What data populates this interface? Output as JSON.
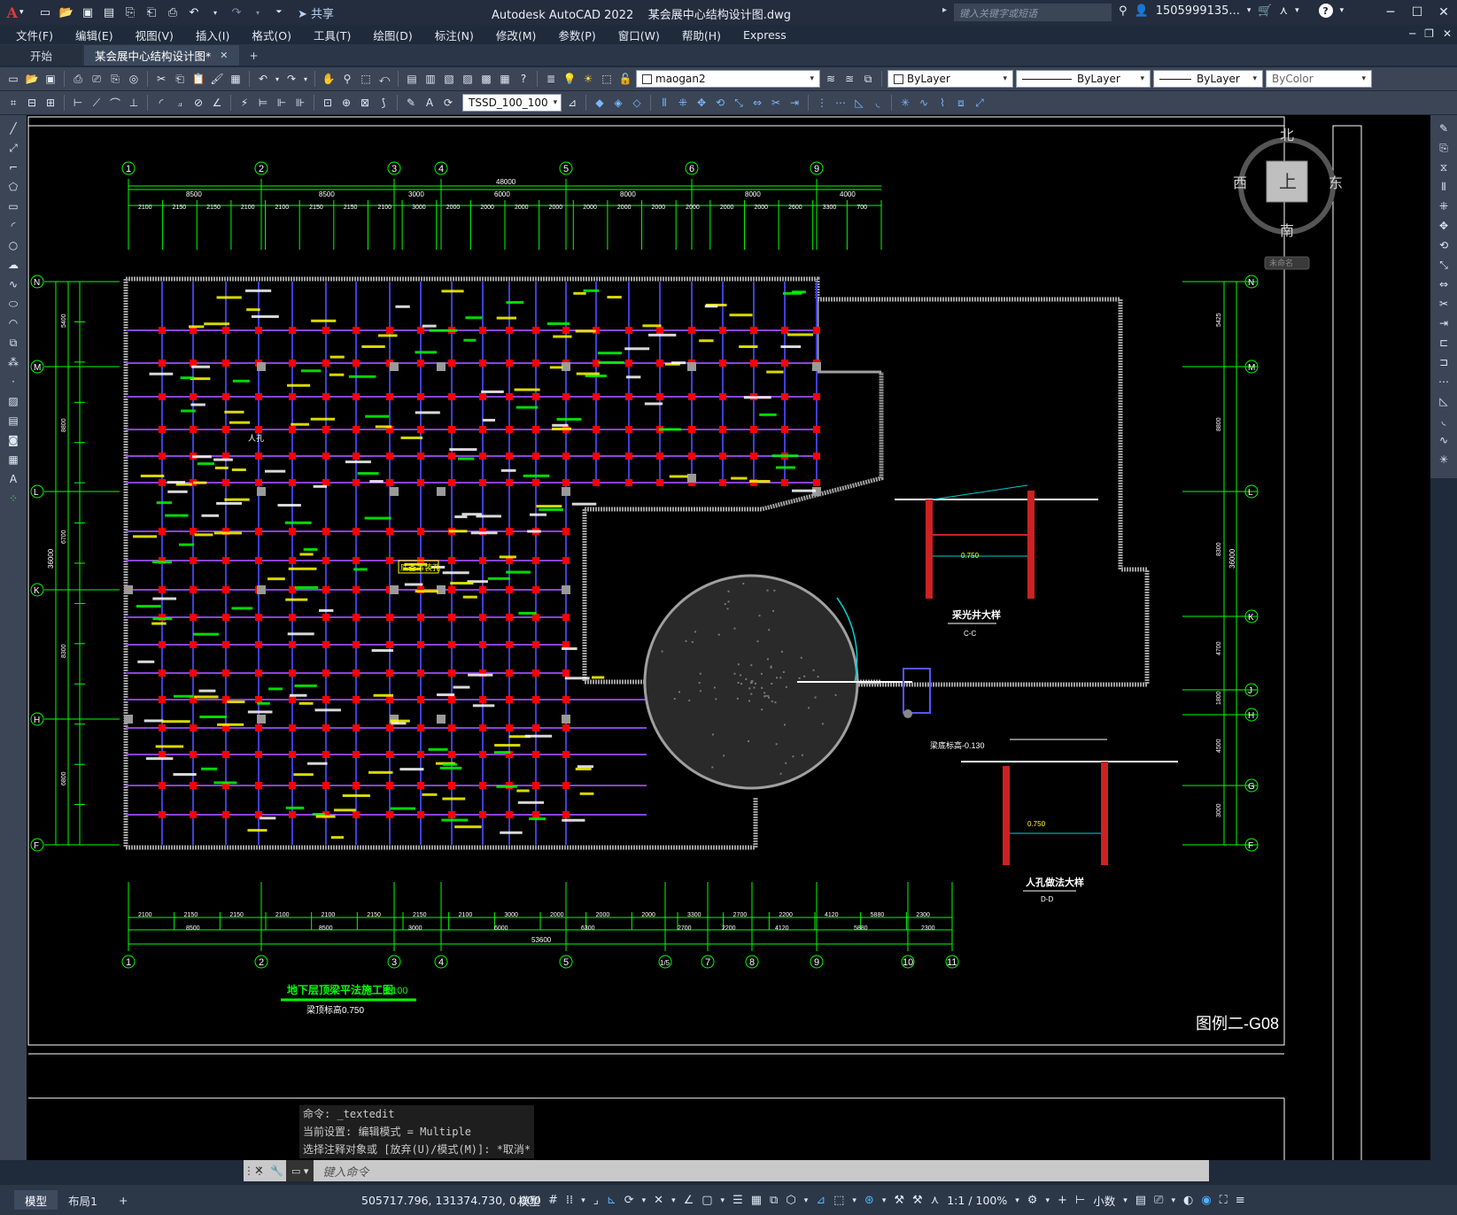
{
  "app": {
    "title": "Autodesk AutoCAD 2022",
    "file": "某会展中心结构设计图.dwg",
    "logo": "A",
    "share_label": "共享",
    "search_placeholder": "键入关键字或短语",
    "user": "1505999135...",
    "help": "?"
  },
  "menu": [
    "文件(F)",
    "编辑(E)",
    "视图(V)",
    "插入(I)",
    "格式(O)",
    "工具(T)",
    "绘图(D)",
    "标注(N)",
    "修改(M)",
    "参数(P)",
    "窗口(W)",
    "帮助(H)",
    "Express"
  ],
  "tabs": [
    {
      "label": "开始"
    },
    {
      "label": "某会展中心结构设计图*"
    }
  ],
  "toolbar": {
    "layer_name": "maogan2",
    "color": "ByLayer",
    "linetype": "ByLayer",
    "lineweight": "ByLayer",
    "plotstyle": "ByColor",
    "textstyle": "TSSD_100_100"
  },
  "viewcube": {
    "north": "北",
    "south": "南",
    "east": "东",
    "west": "西",
    "face": "上",
    "wcs": "未命名"
  },
  "drawing": {
    "grid_top": [
      "1",
      "2",
      "3",
      "4",
      "5",
      "6",
      "9"
    ],
    "grid_bottom": [
      "1",
      "2",
      "3",
      "4",
      "5",
      "1/5",
      "7",
      "8",
      "9",
      "10",
      "11"
    ],
    "grid_left": [
      "N",
      "M",
      "L",
      "K",
      "H",
      "F"
    ],
    "grid_right": [
      "N",
      "M",
      "L",
      "K",
      "J",
      "H",
      "G",
      "F"
    ],
    "dim_top_total": "48000",
    "dim_top_spans": [
      "8500",
      "8500",
      "3000",
      "6000",
      "8000",
      "8000",
      "4000"
    ],
    "dim_top_sub": [
      "2100",
      "2150",
      "2150",
      "2100",
      "2100",
      "2150",
      "2150",
      "2100",
      "3000",
      "2000",
      "2000",
      "2000",
      "2000",
      "2000",
      "2000",
      "2000",
      "2000",
      "2000",
      "2000",
      "2600",
      "3300",
      "700"
    ],
    "dim_bottom_total": "53600",
    "dim_bottom_spans": [
      "8500",
      "8500",
      "3000",
      "6000",
      "6300",
      "2700",
      "2200",
      "4120",
      "5880",
      "2300"
    ],
    "dim_bottom_sub": [
      "2100",
      "2150",
      "2150",
      "2100",
      "2100",
      "2150",
      "2150",
      "2100",
      "3000",
      "2000",
      "2000",
      "2000",
      "3300",
      "2700",
      "2200",
      "4120",
      "5880",
      "2300"
    ],
    "dim_left_spans": [
      "5400",
      "8800",
      "6700",
      "8300",
      "6800"
    ],
    "dim_left_total": "36000",
    "dim_right_spans": [
      "5425",
      "8800",
      "8300",
      "4700",
      "1800",
      "4500",
      "3000"
    ],
    "dim_right_total": "36000",
    "plan_title": "地下层顶梁平法施工图",
    "plan_scale": "1:100",
    "plan_note": "梁顶标高0.750",
    "detail1_title": "采光井大样",
    "detail1_sub": "C-C",
    "detail2_title": "人孔做法大样",
    "detail2_sub": "D-D",
    "detail_level1": "0.750",
    "detail_level2": "0.750",
    "bottom_level": "梁底标高-0.130",
    "sheet_no": "图例二-G08",
    "annot_manhole": "人孔",
    "annot_equipment": "底备吊装孔"
  },
  "command": {
    "history": [
      "命令: _textedit",
      "当前设置: 编辑模式 = Multiple",
      "选择注释对象或 [放弃(U)/模式(M)]: *取消*"
    ],
    "placeholder": "键入命令"
  },
  "status": {
    "layouts": [
      "模型",
      "布局1"
    ],
    "coords": "505717.796, 131374.730, 0.000",
    "space": "模型",
    "scale": "1:1 / 100%",
    "units": "小数"
  },
  "colors": {
    "grid_green": "#00ff00",
    "beam_red": "#ff0000",
    "text_yellow": "#ffff00",
    "wall_gray": "#a0a0a0"
  }
}
